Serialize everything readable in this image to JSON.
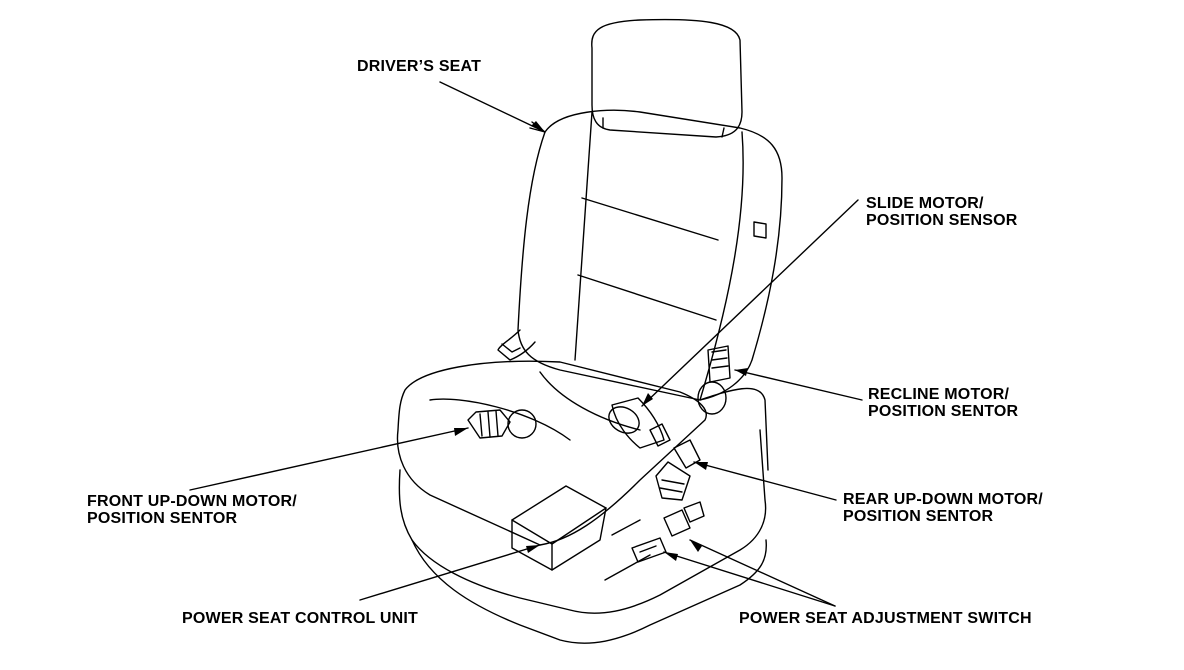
{
  "labels": {
    "drivers_seat": "DRIVER’S SEAT",
    "slide_motor": [
      "SLIDE MOTOR/",
      "POSITION SENSOR"
    ],
    "recline_motor": [
      "RECLINE MOTOR/",
      "POSITION SENTOR"
    ],
    "rear_updown": [
      "REAR UP-DOWN MOTOR/",
      "POSITION SENTOR"
    ],
    "front_updown": [
      "FRONT UP-DOWN MOTOR/",
      "POSITION SENTOR"
    ],
    "control_unit": "POWER SEAT CONTROL UNIT",
    "adjust_switch": "POWER SEAT ADJUSTMENT SWITCH"
  },
  "colors": {
    "line": "#000000",
    "background": "#ffffff"
  }
}
